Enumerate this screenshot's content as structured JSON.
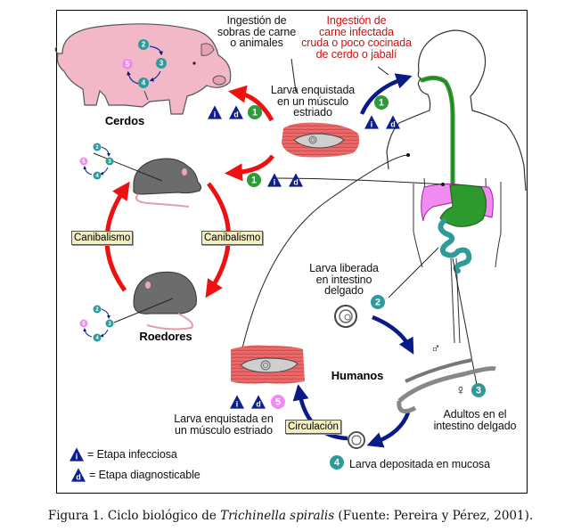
{
  "figure": {
    "caption_prefix": "Figura 1. Ciclo biológico de ",
    "caption_species": "Trichinella spiralis",
    "caption_suffix": " (Fuente: Pereira y Pérez, 2001)."
  },
  "labels": {
    "ingestion_scraps": "Ingestión de\nsobras de carne\no animales",
    "ingestion_infected": "Ingestión de\ncarne infectada\ncruda o poco cocinada\nde cerdo o jabalí",
    "larva_encysted_top": "Larva enquistada\nen un músculo\nestriado",
    "pigs": "Cerdos",
    "rodents": "Roedores",
    "humans": "Humanos",
    "cannibalism_left": "Canibalismo",
    "cannibalism_right": "Canibalismo",
    "larva_released": "Larva liberada\nen intestino\ndelgado",
    "adults": "Adultos en el\nintestino delgado",
    "larva_deposited": "Larva depositada en mucosa",
    "larva_encysted_bottom": "Larva enquistada en\nun músculo estriado",
    "circulation": "Circulación"
  },
  "legend": {
    "infective_symbol": "i",
    "infective_label": "= Etapa infecciosa",
    "diagnostic_symbol": "d",
    "diagnostic_label": "= Etapa diagnosticable"
  },
  "stages": {
    "s1": "1",
    "s2": "2",
    "s3": "3",
    "s4": "4",
    "s5": "5",
    "infective": "i",
    "diagnostic": "d"
  },
  "symbols": {
    "male": "♂",
    "female": "♀"
  },
  "colors": {
    "stage1": "#2e9a3a",
    "stage2to4": "#2f9a9a",
    "stage5": "#f08cf0",
    "triangle": "#0d1f8c",
    "red_arrow": "#ee1111",
    "blue_arrow": "#0a1a86",
    "muscle": "#e85a5a",
    "pig": "#f2b8c8",
    "rat": "#6a6a6a",
    "digestive": "#2c9a2c",
    "intestine": "#2f9a9a",
    "liver": "#f08cf0",
    "annotation_red": "#cc1010"
  }
}
